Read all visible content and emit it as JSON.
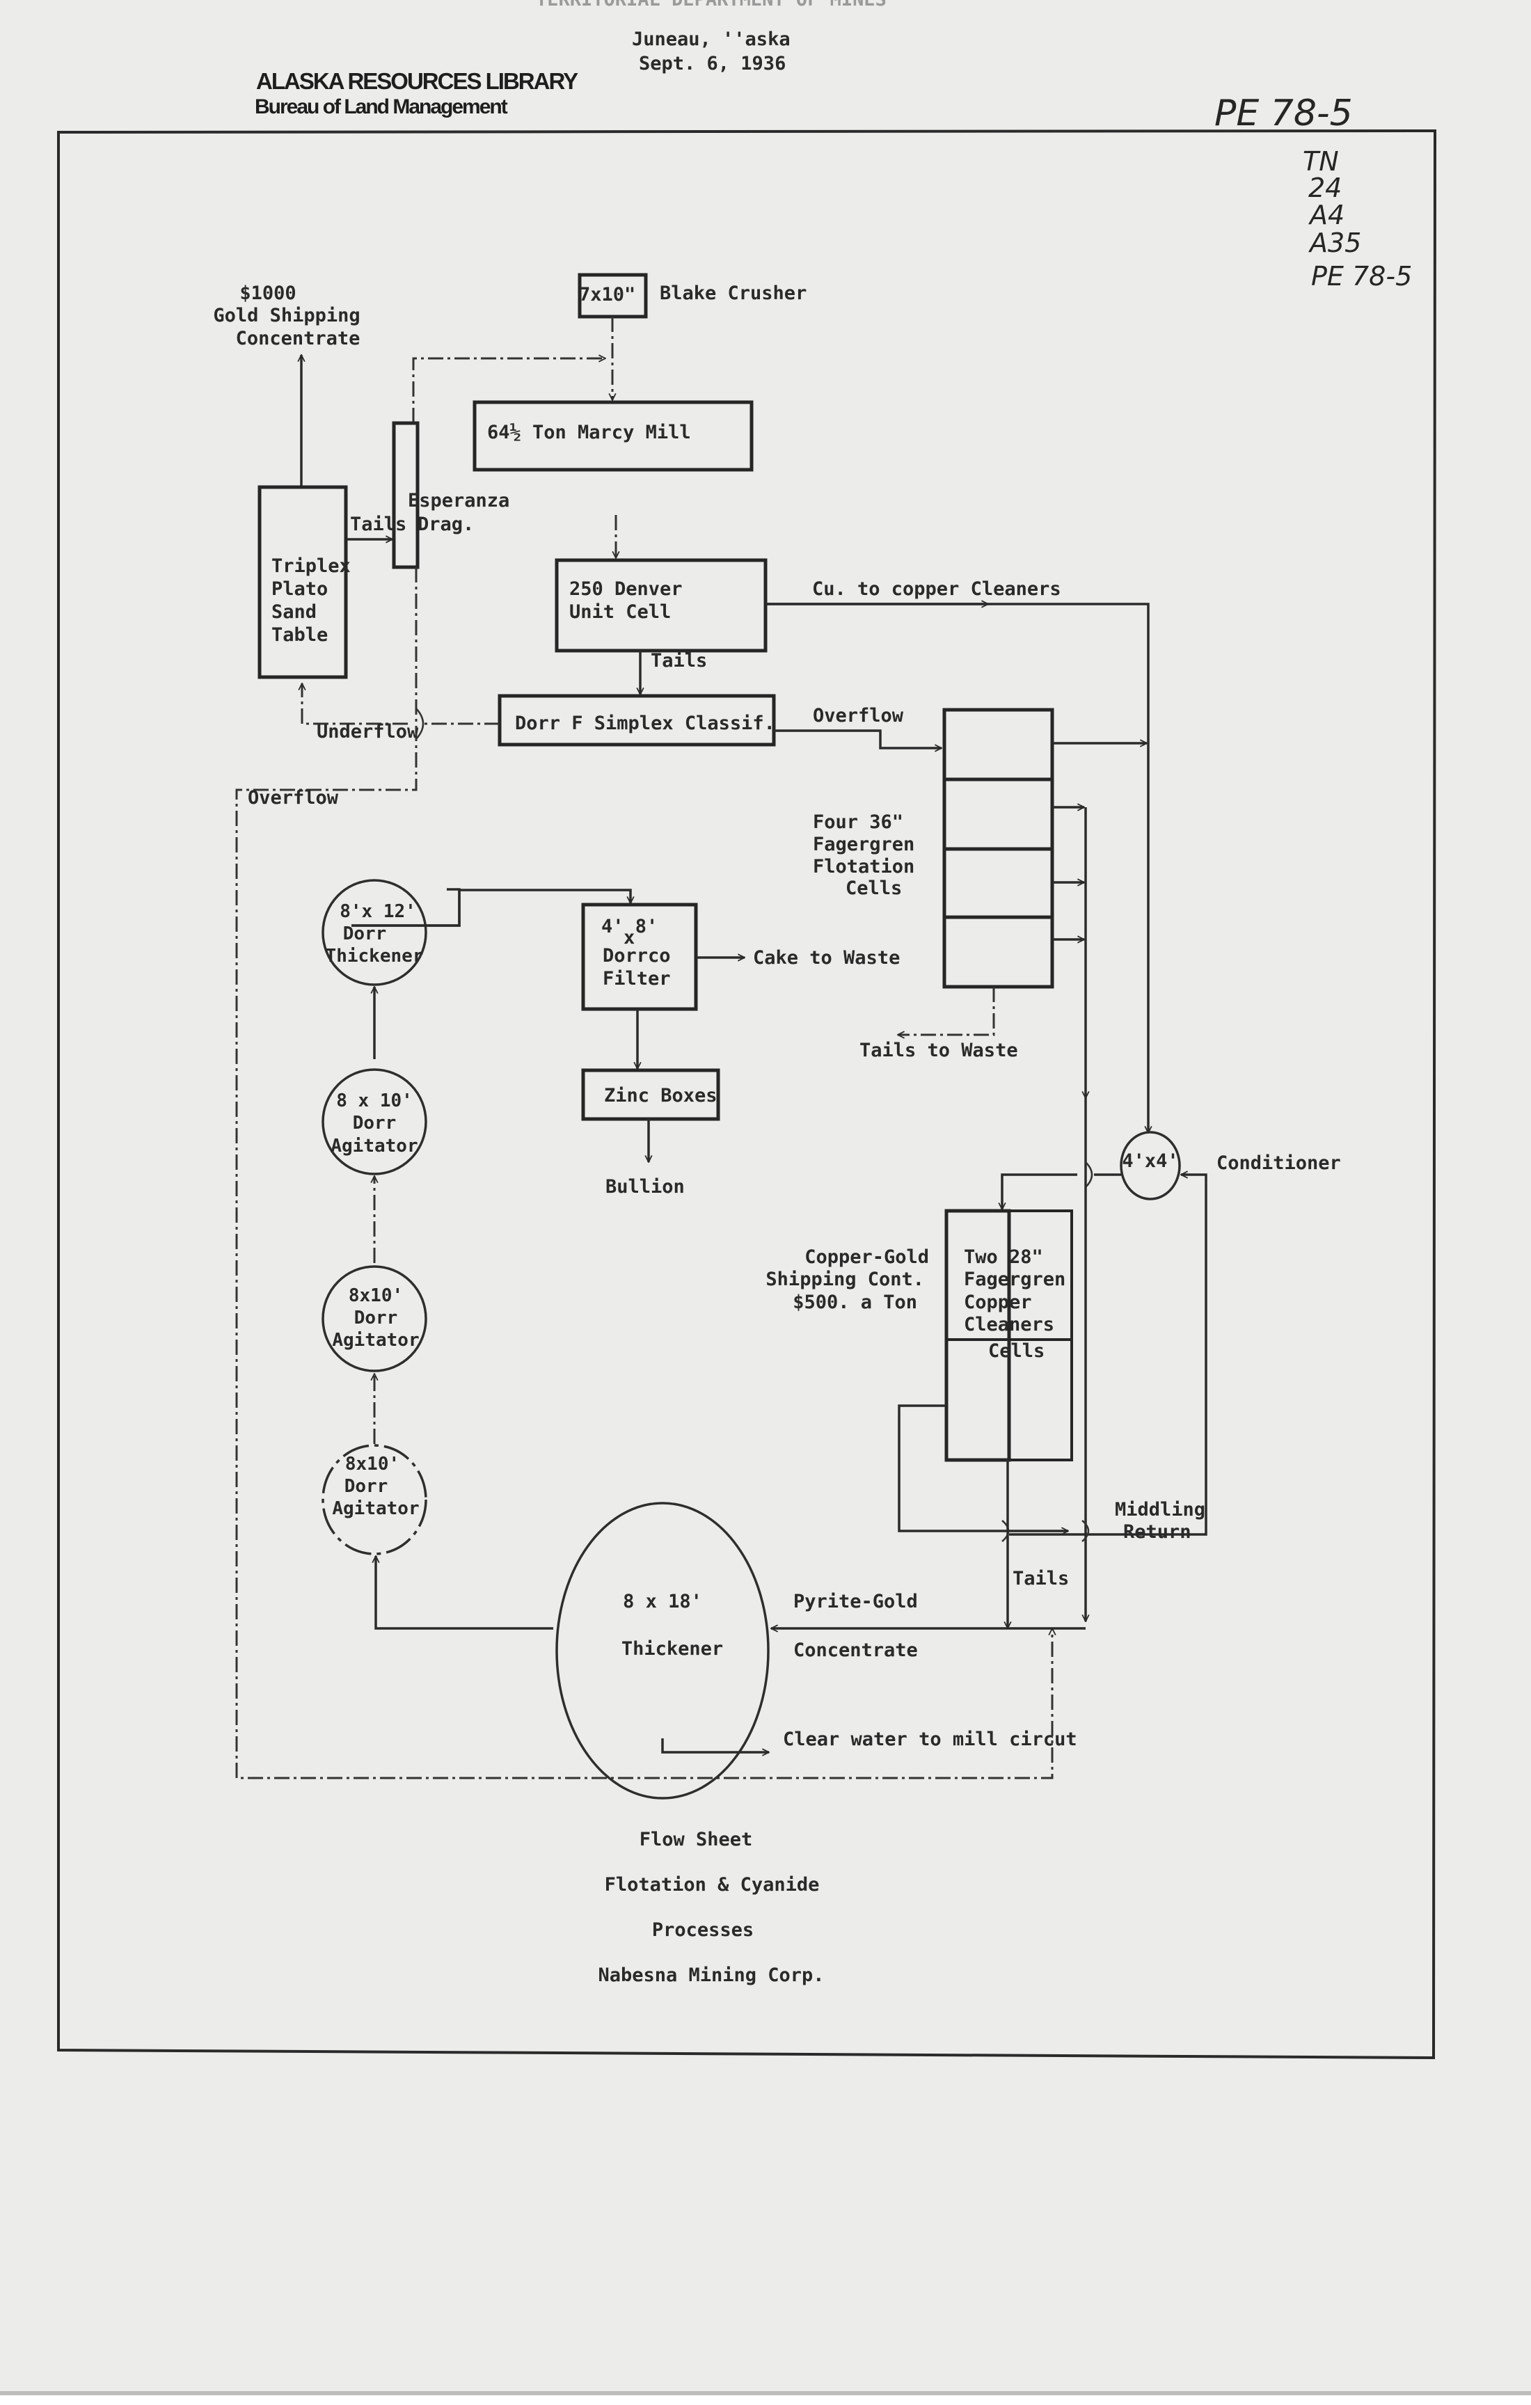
{
  "header": {
    "faint_top_line": "TERRITORIAL DEPARTMENT OF MINES",
    "location": "Juneau, ''aska",
    "date": "Sept. 6, 1936"
  },
  "stamp": {
    "line1": "ALASKA RESOURCES LIBRARY",
    "line2": "Bureau of Land Management"
  },
  "handwritten": {
    "doc_id": "PE 78-5",
    "call_number": [
      "TN",
      "24",
      "A4",
      "A35",
      "PE 78-5"
    ]
  },
  "nodes": {
    "blake_crusher_box": "7x10\"",
    "blake_crusher_label": "Blake Crusher",
    "marcy_mill": "64½ Ton Marcy Mill",
    "gold_concentrate": [
      "$1000",
      "Gold Shipping",
      "Concentrate"
    ],
    "esperanza": [
      "Esperanza",
      "Drag."
    ],
    "triplex_table": [
      "Triplex",
      "Plato",
      "Sand",
      "Table"
    ],
    "denver_cell": [
      "250  Denver",
      "Unit Cell"
    ],
    "dorr_classifier": "Dorr F Simplex Classif.",
    "flotation_cells": [
      "Four  36\"",
      "Fagergren",
      "Flotation",
      "Cells"
    ],
    "dorr_thickener": [
      "8'x 12'",
      "Dorr",
      "Thickener"
    ],
    "dorrco_filter": [
      "4' 8'",
      "x",
      "Dorrco",
      "Filter"
    ],
    "zinc_boxes": "Zinc Boxes",
    "bullion": "Bullion",
    "dorr_agitator_1": [
      "8 x 10'",
      "Dorr",
      "Agitator"
    ],
    "dorr_agitator_2": [
      "8x10'",
      "Dorr",
      "Agitator"
    ],
    "dorr_agitator_3": [
      "8x10'",
      "Dorr",
      "Agitator"
    ],
    "conditioner_circle": "4'x4'",
    "conditioner_label": "Conditioner",
    "copper_cleaners": [
      "Two 28\"",
      "Fagergren",
      "Copper",
      "Cleaners",
      "Cells"
    ],
    "copper_gold_conc": [
      "Copper-Gold",
      "Shipping Cont.",
      "$500. a Ton"
    ],
    "big_thickener": [
      "8 x 18'",
      "Thickener"
    ]
  },
  "flow_labels": {
    "tails_left": "Tails",
    "tails_denver": "Tails",
    "underflow": "Underflow",
    "overflow_left": "Overflow",
    "overflow_right": "Overflow",
    "cu_to_cleaners": "Cu. to copper Cleaners",
    "cake_to_waste": "Cake to Waste",
    "tails_to_waste": "Tails to Waste",
    "middling_return": [
      "Middling",
      "Return"
    ],
    "tails_cleaners": "Tails",
    "pyrite_gold": [
      "Pyrite-Gold",
      "Concentrate"
    ],
    "clear_water": "Clear water to mill circut"
  },
  "caption": {
    "line1": "Flow Sheet",
    "line2": "Flotation & Cyanide",
    "line3": "Processes",
    "line4": "Nabesna Mining Corp."
  }
}
